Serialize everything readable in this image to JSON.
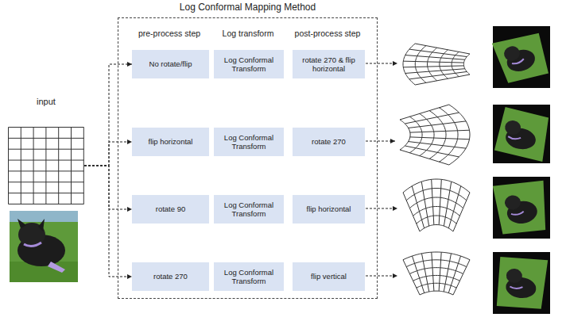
{
  "diagram": {
    "nodes": [
      {
        "text": [
          "input"
        ]
      },
      {
        "text": [
          "Log Conformal Mapping Method"
        ]
      },
      {
        "text": [
          "No rotate/flip"
        ],
        "in": 1
      },
      {
        "text": [
          "Log Conformal Transform"
        ],
        "in": 1
      },
      {
        "text": [
          "rotate 270 & flip horizontal"
        ],
        "in": 1
      },
      {
        "text": [
          "flip horizontal"
        ],
        "in": 1
      },
      {
        "text": [
          "Log Conformal Transform"
        ],
        "in": 1
      },
      {
        "text": [
          "rotate 270"
        ],
        "in": 1
      },
      {
        "text": [
          "rotate 90"
        ],
        "in": 1
      },
      {
        "text": [
          "Log Conformal Transform"
        ],
        "in": 1
      },
      {
        "text": [
          "flip horizontal"
        ],
        "in": 1
      },
      {
        "text": [
          "rotate 270"
        ],
        "in": 1
      },
      {
        "text": [
          "Log Conformal Transform"
        ],
        "in": 1
      },
      {
        "text": [
          "flip vertical"
        ],
        "in": 1
      }
    ],
    "edges": [
      {
        "from": 0,
        "to": 2,
        "arrow": "to"
      },
      {
        "from": 0,
        "to": 5,
        "arrow": "to"
      },
      {
        "from": 0,
        "to": 8,
        "arrow": "to"
      },
      {
        "from": 0,
        "to": 11,
        "arrow": "to"
      }
    ],
    "labels": [
      "pre-process step",
      "Log transform",
      "post-process step"
    ]
  }
}
